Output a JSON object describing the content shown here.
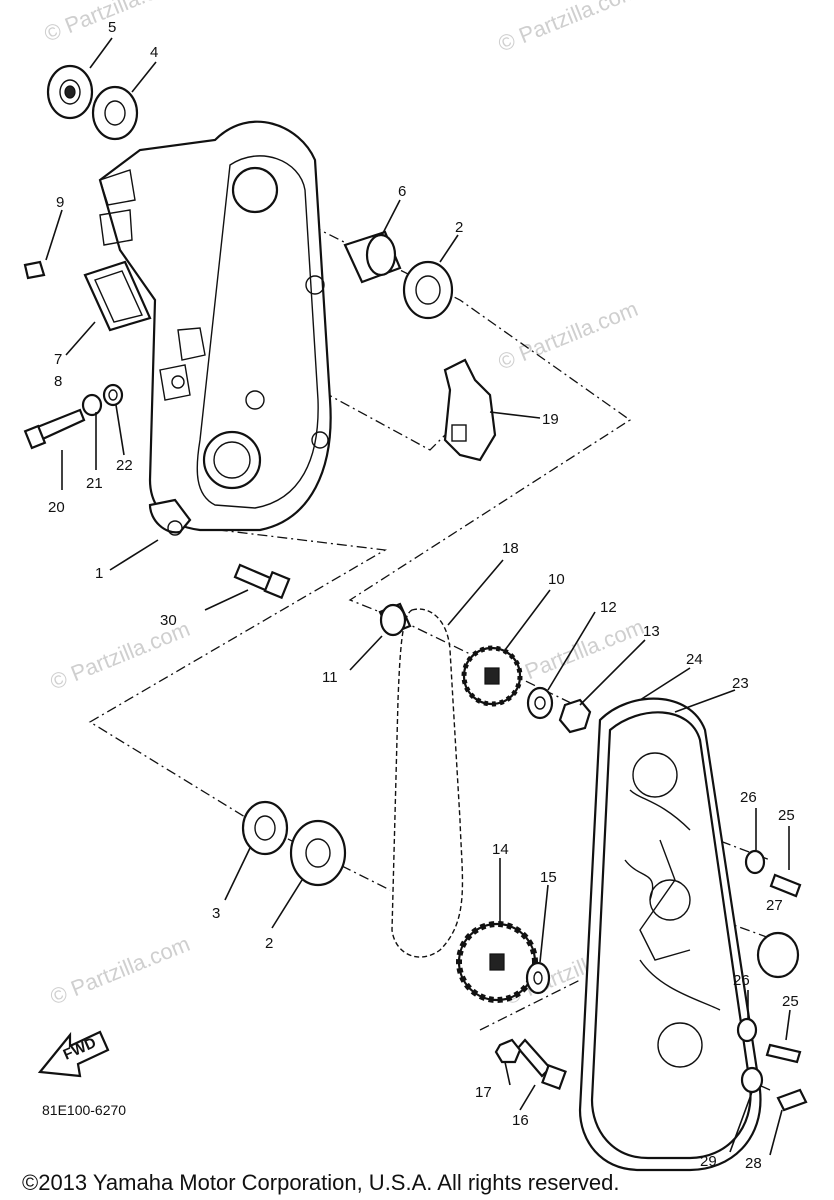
{
  "diagram": {
    "part_numbers": [
      "1",
      "2",
      "2",
      "3",
      "4",
      "5",
      "6",
      "7",
      "8",
      "9",
      "10",
      "11",
      "12",
      "13",
      "14",
      "15",
      "16",
      "17",
      "18",
      "19",
      "20",
      "21",
      "22",
      "23",
      "24",
      "25",
      "25",
      "26",
      "26",
      "27",
      "28",
      "29",
      "30"
    ],
    "watermark": "© Partzilla.com",
    "diagram_code": "81E100-6270",
    "fwd_label": "FWD"
  },
  "footer": {
    "copyright": "©2013  Yamaha Motor Corporation, U.S.A. All rights reserved."
  }
}
